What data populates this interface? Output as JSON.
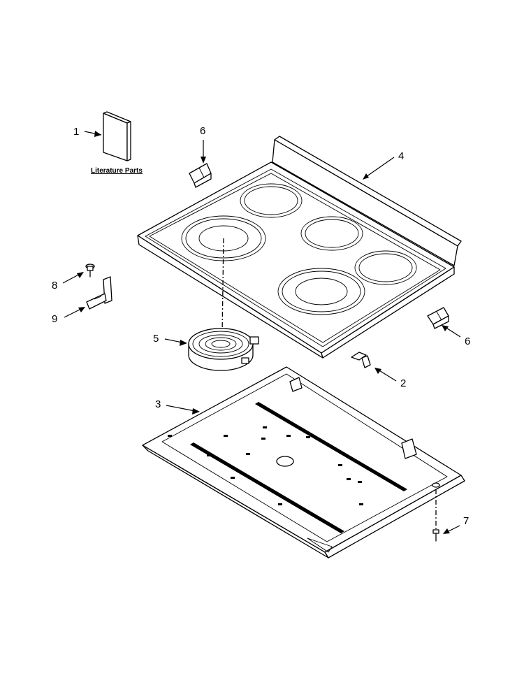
{
  "diagram": {
    "callouts": [
      {
        "id": "1",
        "label": "1"
      },
      {
        "id": "2",
        "label": "2"
      },
      {
        "id": "3",
        "label": "3"
      },
      {
        "id": "4",
        "label": "4"
      },
      {
        "id": "5",
        "label": "5"
      },
      {
        "id": "6a",
        "label": "6"
      },
      {
        "id": "6b",
        "label": "6"
      },
      {
        "id": "7",
        "label": "7"
      },
      {
        "id": "8",
        "label": "8"
      },
      {
        "id": "9",
        "label": "9"
      }
    ],
    "literature_caption": "Literature Parts"
  }
}
